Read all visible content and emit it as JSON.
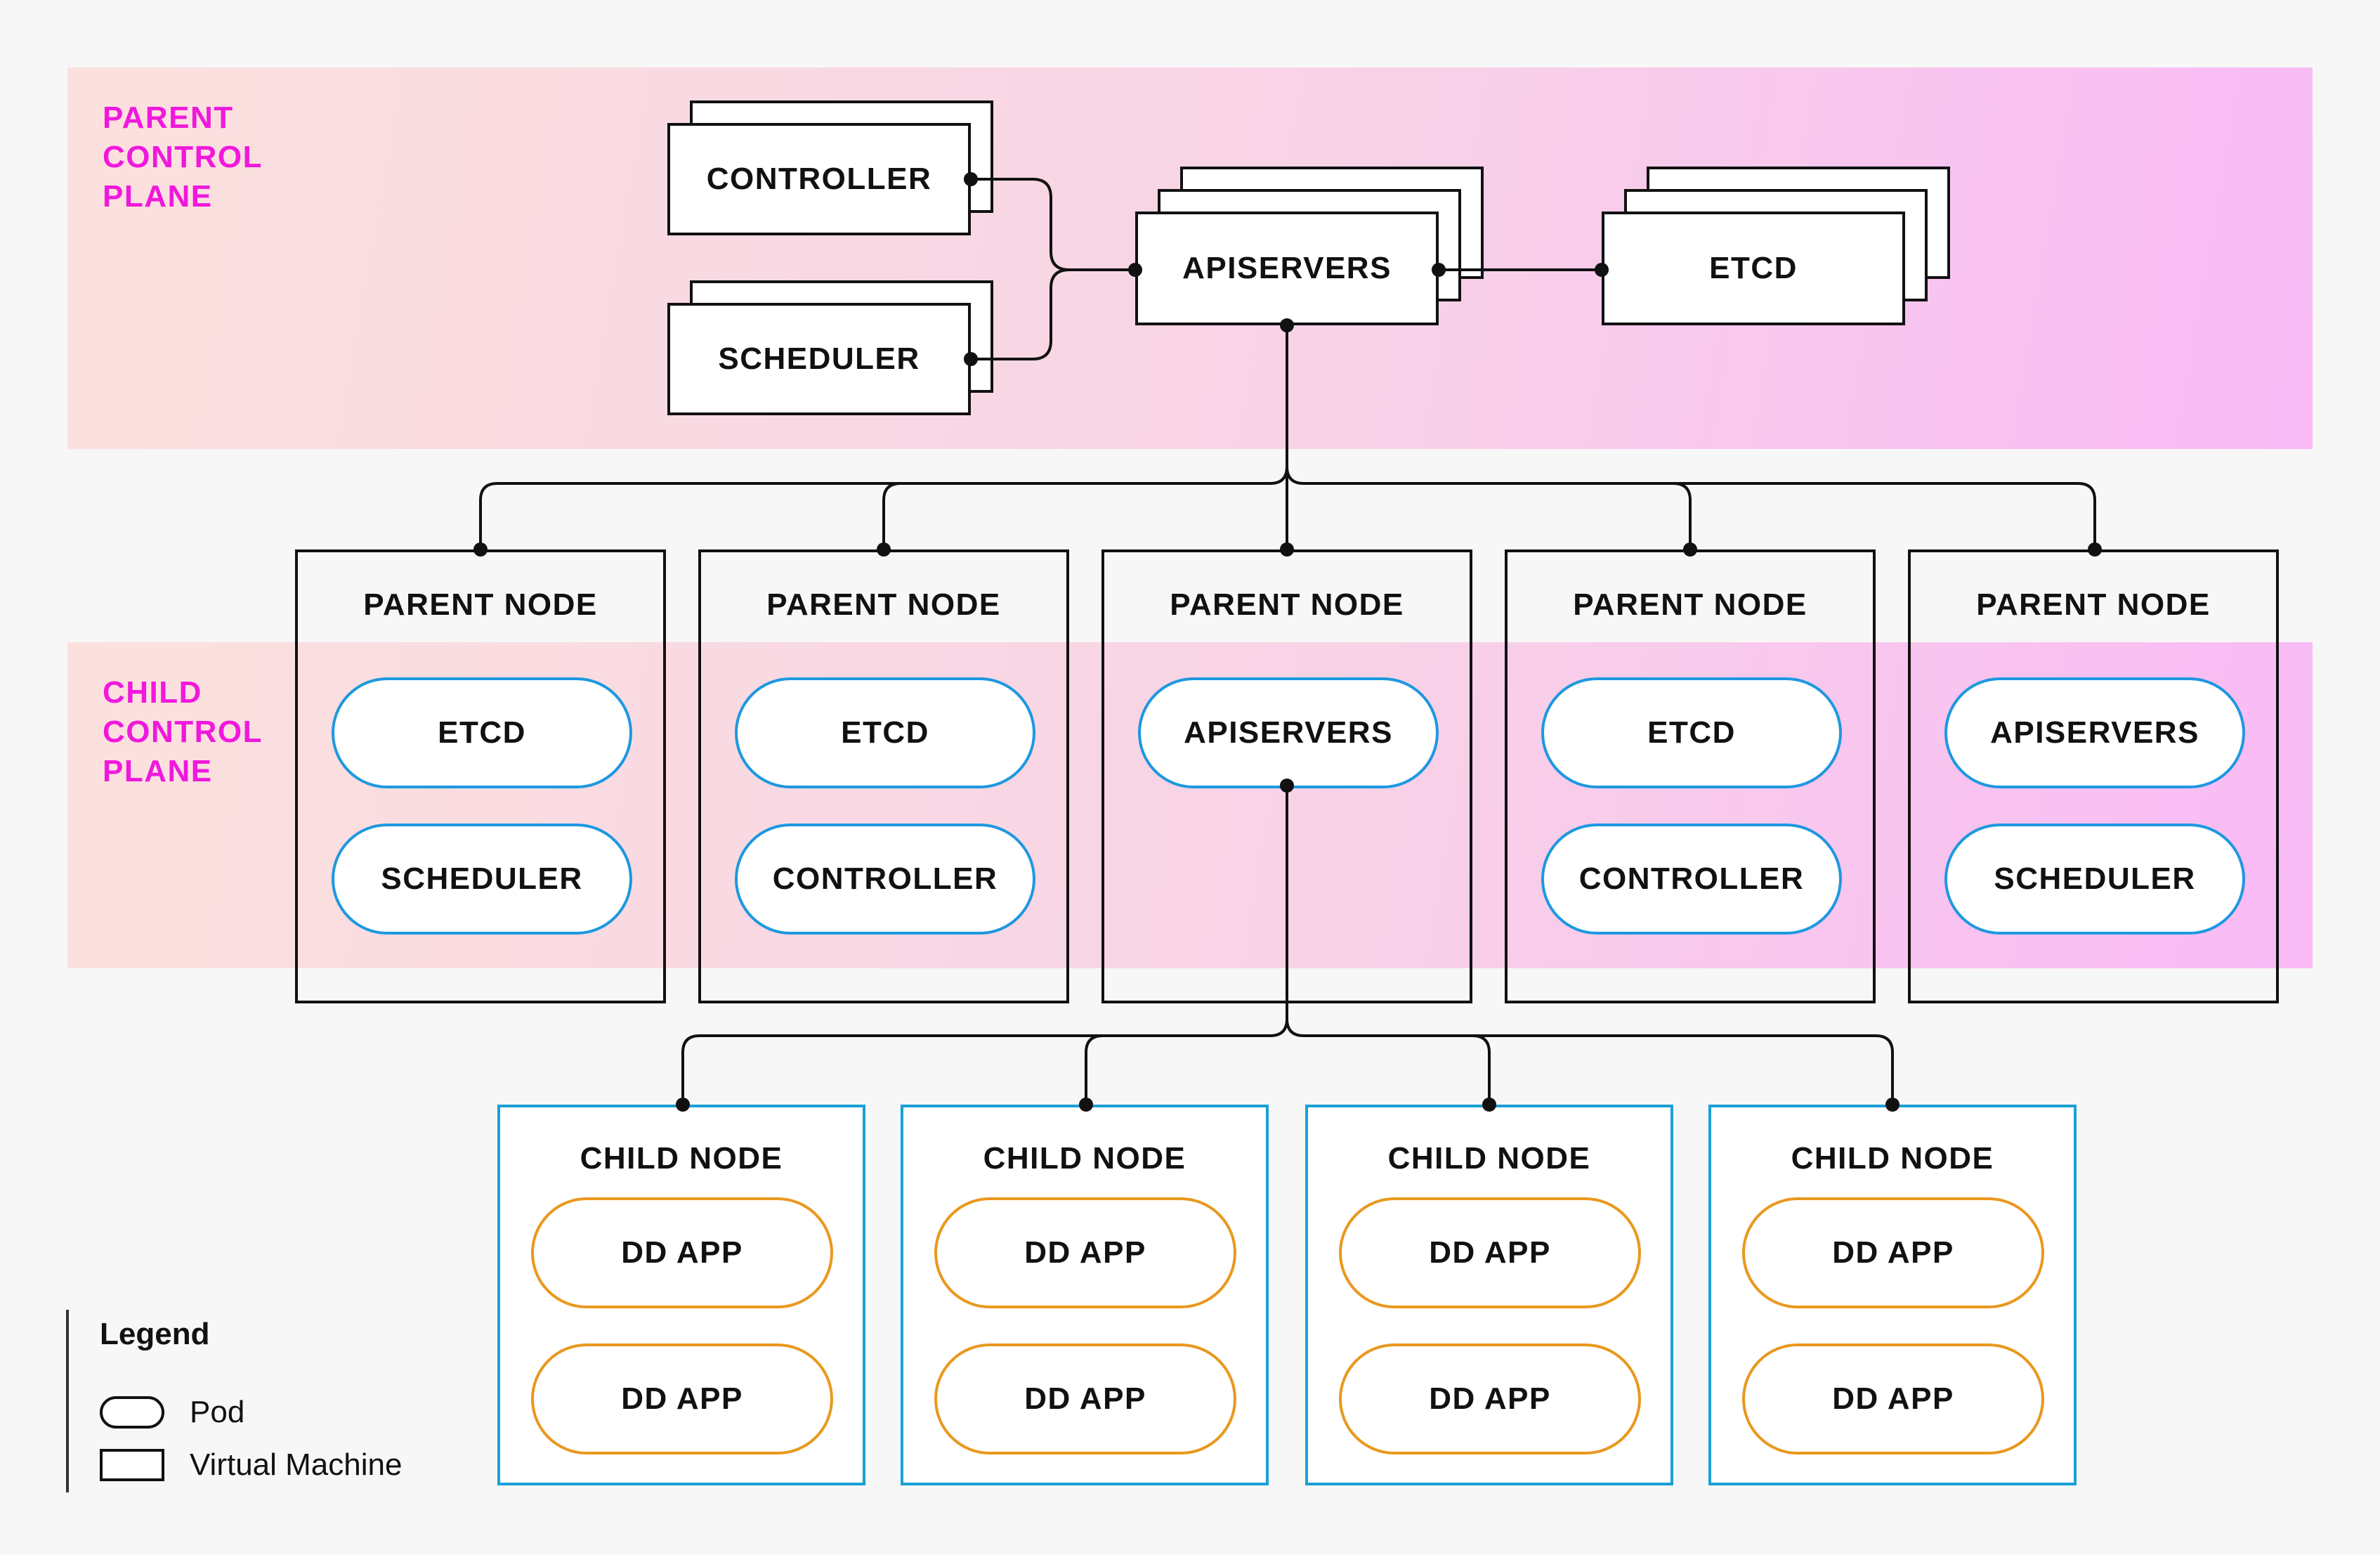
{
  "parent_control_plane": {
    "label_lines": [
      "PARENT",
      "CONTROL",
      "PLANE"
    ],
    "controller": "CONTROLLER",
    "scheduler": "SCHEDULER",
    "apiservers": "APISERVERS",
    "etcd": "ETCD"
  },
  "child_control_plane": {
    "label_lines": [
      "CHILD",
      "CONTROL",
      "PLANE"
    ]
  },
  "parent_nodes": [
    {
      "title": "PARENT NODE",
      "pods": [
        "ETCD",
        "SCHEDULER"
      ]
    },
    {
      "title": "PARENT NODE",
      "pods": [
        "ETCD",
        "CONTROLLER"
      ]
    },
    {
      "title": "PARENT NODE",
      "pods": [
        "APISERVERS"
      ]
    },
    {
      "title": "PARENT NODE",
      "pods": [
        "ETCD",
        "CONTROLLER"
      ]
    },
    {
      "title": "PARENT NODE",
      "pods": [
        "APISERVERS",
        "SCHEDULER"
      ]
    }
  ],
  "child_nodes": [
    {
      "title": "CHILD NODE",
      "pods": [
        "DD APP",
        "DD APP"
      ]
    },
    {
      "title": "CHILD NODE",
      "pods": [
        "DD APP",
        "DD APP"
      ]
    },
    {
      "title": "CHILD NODE",
      "pods": [
        "DD APP",
        "DD APP"
      ]
    },
    {
      "title": "CHILD NODE",
      "pods": [
        "DD APP",
        "DD APP"
      ]
    }
  ],
  "legend": {
    "title": "Legend",
    "pod": "Pod",
    "vm": "Virtual Machine"
  },
  "colors": {
    "plane_label": "#f018dc",
    "pod_border_control": "#1e98e0",
    "pod_border_app": "#e9981e",
    "child_node_border": "#1aa0d6",
    "line": "#111111"
  }
}
